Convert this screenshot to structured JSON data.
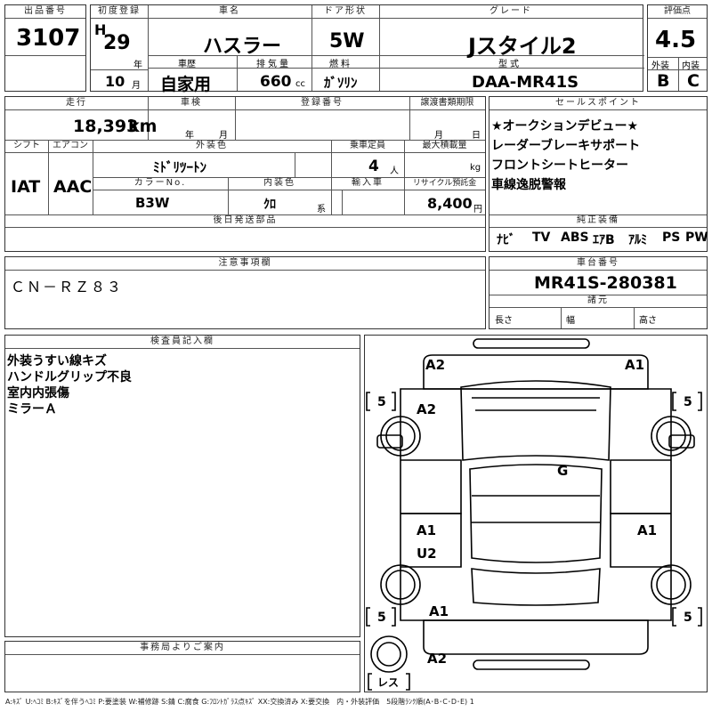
{
  "lot": {
    "label": "出品番号",
    "value": "3107"
  },
  "first_reg": {
    "label": "初度登録",
    "era": "H",
    "year": "29",
    "year_unit": "年"
  },
  "car_name": {
    "label": "車名",
    "value": "ハスラー"
  },
  "doors": {
    "label": "ドア形状",
    "value": "5W"
  },
  "grade": {
    "label": "グレード",
    "value": "Jスタイル2"
  },
  "score": {
    "label": "評価点",
    "value": "4.5"
  },
  "ext_int": {
    "ext_label": "外装",
    "int_label": "内装",
    "ext_value": "B",
    "int_value": "C"
  },
  "month": {
    "value": "10",
    "unit": "月"
  },
  "history": {
    "label": "車歴",
    "value": "自家用"
  },
  "displacement": {
    "label": "排気量",
    "value": "660",
    "unit": "cc"
  },
  "fuel": {
    "label": "燃料",
    "value": "ｶﾞｿﾘﾝ"
  },
  "model": {
    "label": "型式",
    "value": "DAA-MR41S"
  },
  "mileage": {
    "label": "走行",
    "value": "18,393",
    "unit": "km"
  },
  "inspection": {
    "label": "車検",
    "year_unit": "年",
    "month_unit": "月"
  },
  "reg_no": {
    "label": "登録番号"
  },
  "transfer": {
    "label": "譲渡書類期限",
    "month_unit": "月",
    "day_unit": "日"
  },
  "shift": {
    "label": "シフト",
    "value": "IAT"
  },
  "aircon": {
    "label": "エアコン",
    "value": "AAC"
  },
  "ext_color": {
    "label": "外装色",
    "value": "ﾐﾄﾞﾘﾂｰﾄﾝ"
  },
  "capacity": {
    "label": "乗車定員",
    "value": "4",
    "unit": "人"
  },
  "max_load": {
    "label": "最大積載量",
    "unit": "kg"
  },
  "color_no": {
    "label": "カラーNo.",
    "value": "B3W"
  },
  "int_color": {
    "label": "内装色",
    "value": "ｸﾛ",
    "unit": "系"
  },
  "import": {
    "label": "輸入車"
  },
  "recycle": {
    "label": "リサイクル預託金",
    "value": "8,400",
    "unit": "円"
  },
  "later_parts": {
    "label": "後日発送部品"
  },
  "sales_points": {
    "label": "セールスポイント",
    "lines": [
      "★オークションデビュー★",
      "レーダーブレーキサポート",
      "フロントシートヒーター",
      "車線逸脱警報"
    ]
  },
  "equipment": {
    "label": "純正装備",
    "items": [
      "ﾅﾋﾞ",
      "TV",
      "ABS",
      "ｴｱB",
      "ｱﾙﾐ",
      "PS",
      "PW"
    ]
  },
  "notes": {
    "label": "注意事項欄",
    "value": "ＣＮ－ＲＺ８３"
  },
  "chassis": {
    "label": "車台番号",
    "value": "MR41S-280381"
  },
  "dimensions": {
    "label": "諸元",
    "length": "長さ",
    "width": "幅",
    "height": "高さ"
  },
  "inspector": {
    "label": "検査員記入欄",
    "lines": [
      "外装うすい線キズ",
      "ハンドルグリップ不良",
      "室内内張傷",
      "ミラーＡ"
    ]
  },
  "office": {
    "label": "事務局よりご案内"
  },
  "diagram": {
    "marks": [
      "A2",
      "A1",
      "A2",
      "G",
      "A1",
      "A1",
      "U2",
      "A1",
      "A2"
    ],
    "tires": [
      "5",
      "5",
      "5",
      "5"
    ],
    "spare": "レス"
  },
  "legend": "A:ｷｽﾞ U:ﾍｺﾐ B:ｷｽﾞを伴うﾍｺﾐ P:要塗装 W:補修跡 S:錆 C:腐食 G:ﾌﾛﾝﾄｶﾞﾗｽ点ｷｽﾞ XX:交換済み X:要交換　内・外装評価　5段階ﾗﾝｸ順(A･B･C･D･E) 1"
}
